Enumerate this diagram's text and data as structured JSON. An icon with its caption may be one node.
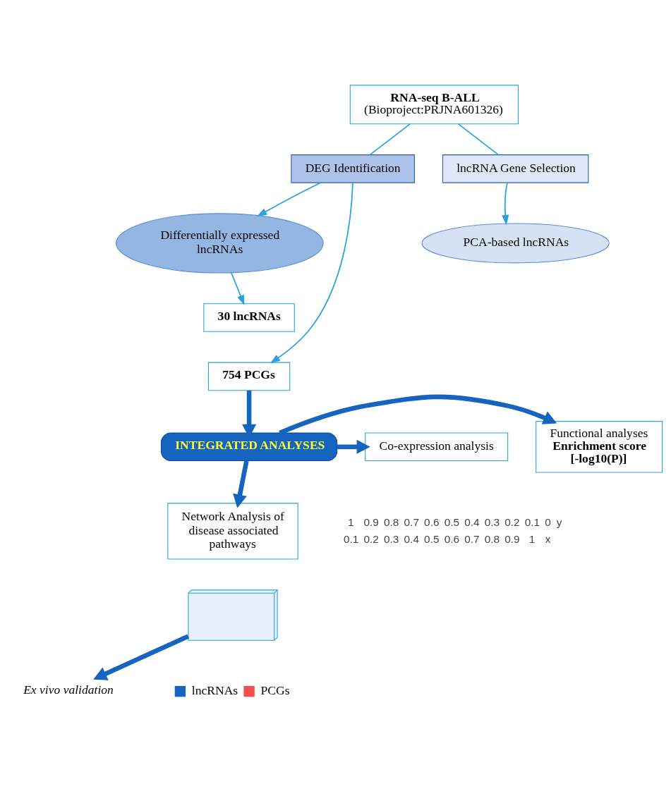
{
  "diagram": {
    "nodes": [
      {
        "text": [
          "RNA-seq B-ALL",
          "(Bioproject:PRJNA601326)"
        ]
      },
      {
        "text": [
          "DEG Identification"
        ]
      },
      {
        "text": [
          "lncRNA Gene Selection"
        ]
      },
      {
        "text": [
          "Differentially expressed lncRNAs"
        ]
      },
      {
        "text": [
          "PCA-based lncRNAs"
        ]
      },
      {
        "text": [
          "30 lncRNAs"
        ]
      },
      {
        "text": [
          "754 PCGs"
        ]
      },
      {
        "text": [
          "Functional analyses",
          "Enrichment score [-log10(P)]"
        ]
      },
      {
        "text": [
          "INTEGRATED ANALYSES"
        ]
      },
      {
        "text": [
          "Co-expression analysis"
        ]
      },
      {
        "text": [
          "Network Analysis of disease associated pathways"
        ]
      },
      {
        "text": [],
        "shape": "picture"
      },
      {
        "text": [
          "Ex vivo validation"
        ]
      }
    ],
    "edges": [
      {
        "from": 0,
        "to": 1,
        "arrow": "none"
      },
      {
        "from": 0,
        "to": 2,
        "arrow": "none"
      },
      {
        "from": 1,
        "to": 3,
        "arrow": "to"
      },
      {
        "from": 2,
        "to": 4,
        "arrow": "to"
      },
      {
        "from": 3,
        "to": 5,
        "arrow": "to"
      },
      {
        "from": 1,
        "to": 6,
        "arrow": "to"
      },
      {
        "from": 6,
        "to": 8,
        "arrow": "to",
        "style": "thick",
        "color": "#1565c0"
      },
      {
        "from": 8,
        "to": 7,
        "arrow": "to",
        "style": "thick",
        "color": "#1565c0"
      },
      {
        "from": 8,
        "to": 9,
        "arrow": "to",
        "style": "thick",
        "color": "#1565c0"
      },
      {
        "from": 8,
        "to": 10,
        "arrow": "to",
        "style": "thick",
        "color": "#1565c0"
      },
      {
        "from": 11,
        "to": 12,
        "arrow": "to",
        "style": "thick",
        "color": "#1565c0"
      }
    ],
    "labels": [
      "1",
      "0.9",
      "0.8",
      "0.7",
      "0.6",
      "0.5",
      "0.4",
      "0.3",
      "0.2",
      "0.1",
      "0",
      "y",
      "0.1",
      "0.2",
      "0.3",
      "0.4",
      "0.5",
      "0.6",
      "0.7",
      "0.8",
      "0.9",
      "1",
      "x"
    ],
    "legend": [
      {
        "text": "lncRNAs"
      },
      {
        "text": "PCGs"
      }
    ]
  }
}
